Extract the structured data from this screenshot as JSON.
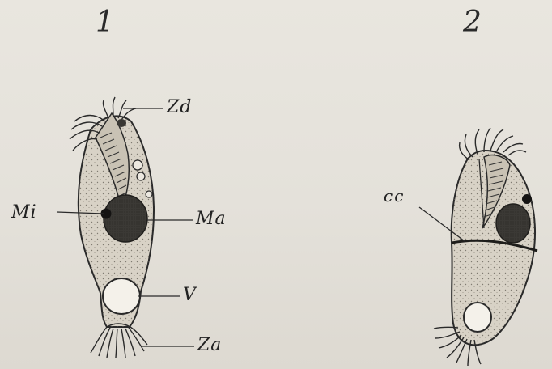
{
  "figures": [
    {
      "number": "1",
      "labels": {
        "zd": "Zd",
        "mi": "Mi",
        "ma": "Ma",
        "v": "V",
        "za": "Za"
      }
    },
    {
      "number": "2",
      "labels": {
        "cc": "cc"
      }
    }
  ],
  "colors": {
    "paper": "#e6e3dc",
    "ink": "#222222",
    "cell_fill": "#d6d0c4",
    "nucleus": "#3c3a36"
  }
}
